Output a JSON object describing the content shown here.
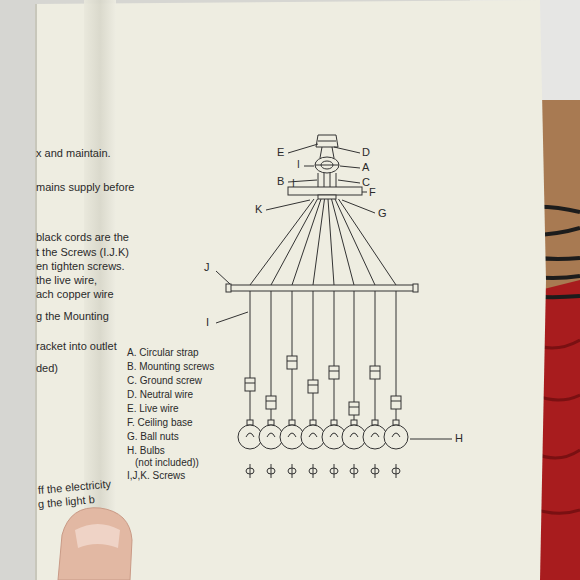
{
  "diagram": {
    "labels": [
      "x and maintain.",
      "mains supply before",
      "black cords are the",
      "t the Screws (I.J.K)",
      "en tighten screws.",
      "the live wire,",
      "ach copper wire",
      "g the Mounting",
      "racket into outlet",
      "ded)",
      "E",
      "D",
      "I",
      "A",
      "B",
      "C",
      "I",
      "F",
      "K",
      "G",
      "J",
      "I",
      "H",
      "A. Circular strap",
      "B. Mounting screws",
      "C. Ground screw",
      "D. Neutral wire",
      "E. Live wire",
      "F. Ceiling base",
      "G. Ball nuts",
      "H. Bulbs",
      "(not included))",
      "I,J,K. Screws",
      "ff the electricity",
      "g the light b"
    ]
  }
}
